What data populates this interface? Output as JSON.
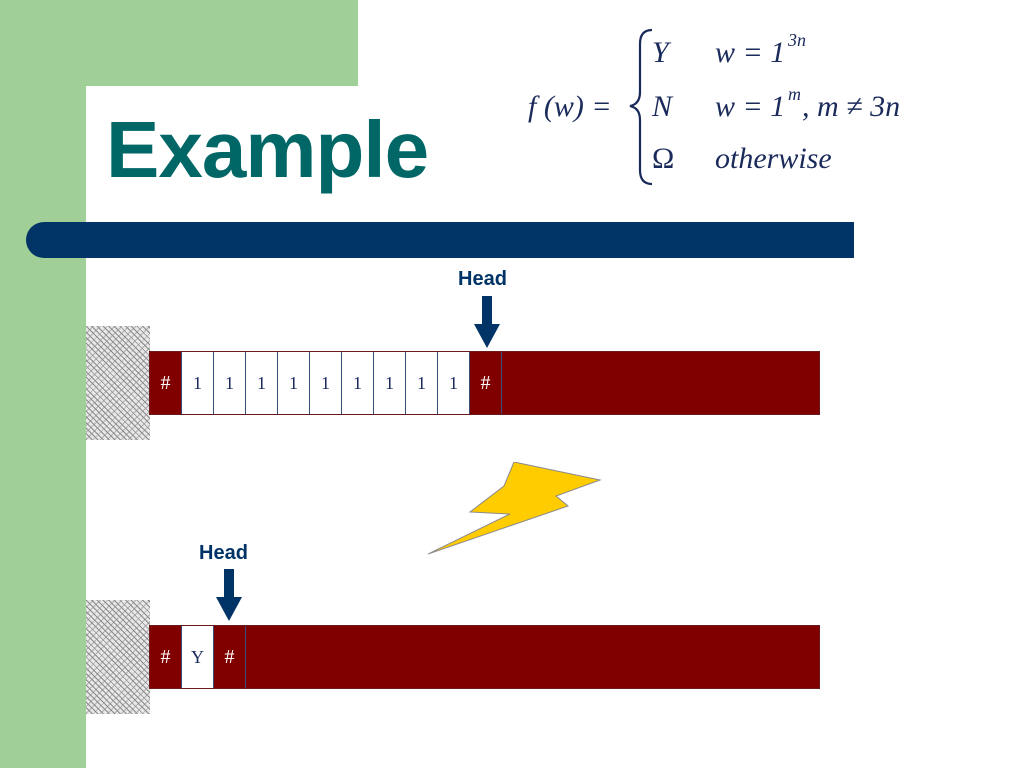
{
  "slide": {
    "title": "Example",
    "formula": {
      "lhs": "f (w) =",
      "cases": [
        {
          "output": "Y",
          "condition": "w = 1",
          "exponent": "3n",
          "extra": ""
        },
        {
          "output": "N",
          "condition": "w = 1",
          "exponent": "m",
          "extra": ", m ≠ 3n"
        },
        {
          "output": "Ω",
          "condition": "otherwise",
          "exponent": "",
          "extra": ""
        }
      ]
    },
    "tape_top": {
      "head_label": "Head",
      "cells": [
        "#",
        "1",
        "1",
        "1",
        "1",
        "1",
        "1",
        "1",
        "1",
        "1",
        "#"
      ]
    },
    "tape_bottom": {
      "head_label": "Head",
      "cells": [
        "#",
        "Y",
        "#"
      ]
    },
    "colors": {
      "title": "#006666",
      "bar": "#003366",
      "green": "#a0cf98",
      "tape": "#800000",
      "bolt": "#ffcc00"
    }
  }
}
